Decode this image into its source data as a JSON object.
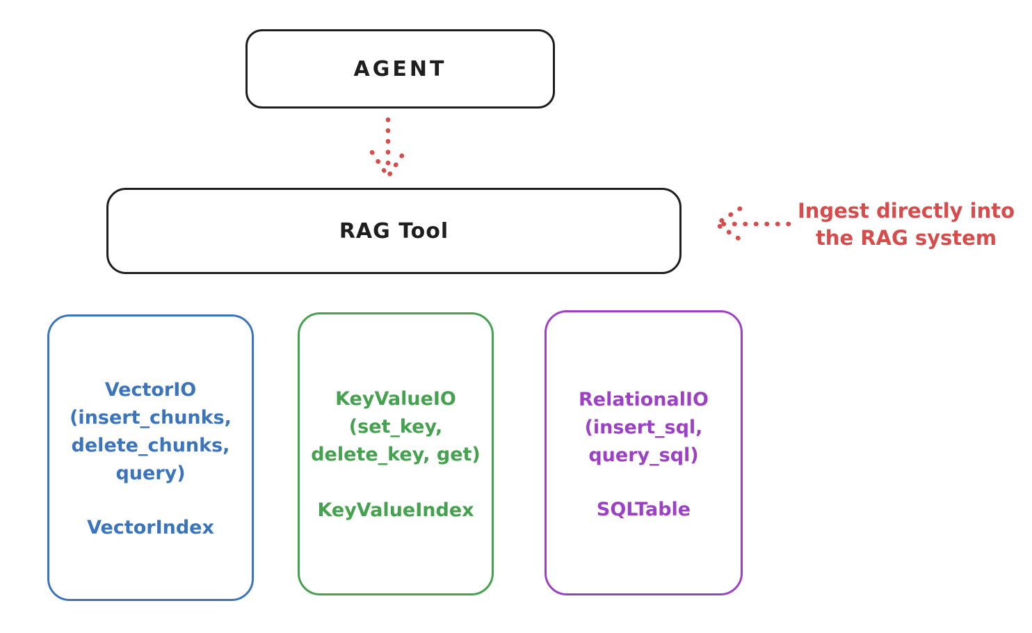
{
  "canvas": {
    "background": "#ffffff",
    "ink": "#1e1e1e"
  },
  "agent_box": {
    "label": "AGENT"
  },
  "rag_tool_box": {
    "label": "RAG Tool"
  },
  "annotation": {
    "line1": "Ingest directly into",
    "line2": "the RAG system",
    "color": "#d84b4b"
  },
  "arrows": [
    {
      "name": "agent-to-rag-tool",
      "style": "dotted",
      "direction": "down",
      "color": "#d84b4b"
    },
    {
      "name": "annotation-to-rag-tool",
      "style": "dotted",
      "direction": "left",
      "color": "#d84b4b"
    }
  ],
  "io_boxes": [
    {
      "title": "VectorIO",
      "methods": [
        "(insert_chunks,",
        "delete_chunks,",
        "query)"
      ],
      "index_label": "VectorIndex",
      "color": "#3a74bd"
    },
    {
      "title": "KeyValueIO",
      "methods": [
        "(set_key,",
        "delete_key, get)"
      ],
      "index_label": "KeyValueIndex",
      "color": "#44a14e"
    },
    {
      "title": "RelationalIO",
      "methods": [
        "(insert_sql,",
        "query_sql)"
      ],
      "index_label": "SQLTable",
      "color": "#9c41c5"
    }
  ]
}
